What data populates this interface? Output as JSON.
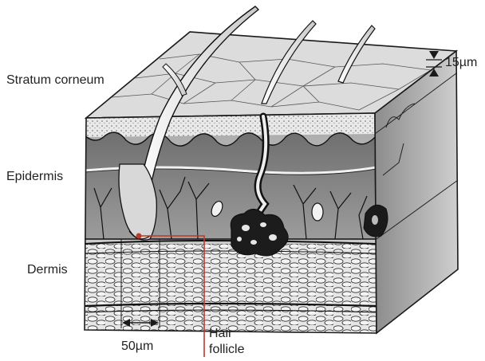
{
  "labels": {
    "stratum_corneum": "Stratum corneum",
    "epidermis": "Epidermis",
    "dermis": "Dermis",
    "thickness": "15µm",
    "width": "50µm",
    "hair_follicle_line1": "Hair",
    "hair_follicle_line2": "follicle"
  },
  "colors": {
    "callout": "#c0392b",
    "outline": "#1a1a1a",
    "stratum": "#d6d6d6",
    "epidermis": "#8a8a8a",
    "dermis": "#b5b5b5",
    "fat": "#e8e8e8"
  }
}
